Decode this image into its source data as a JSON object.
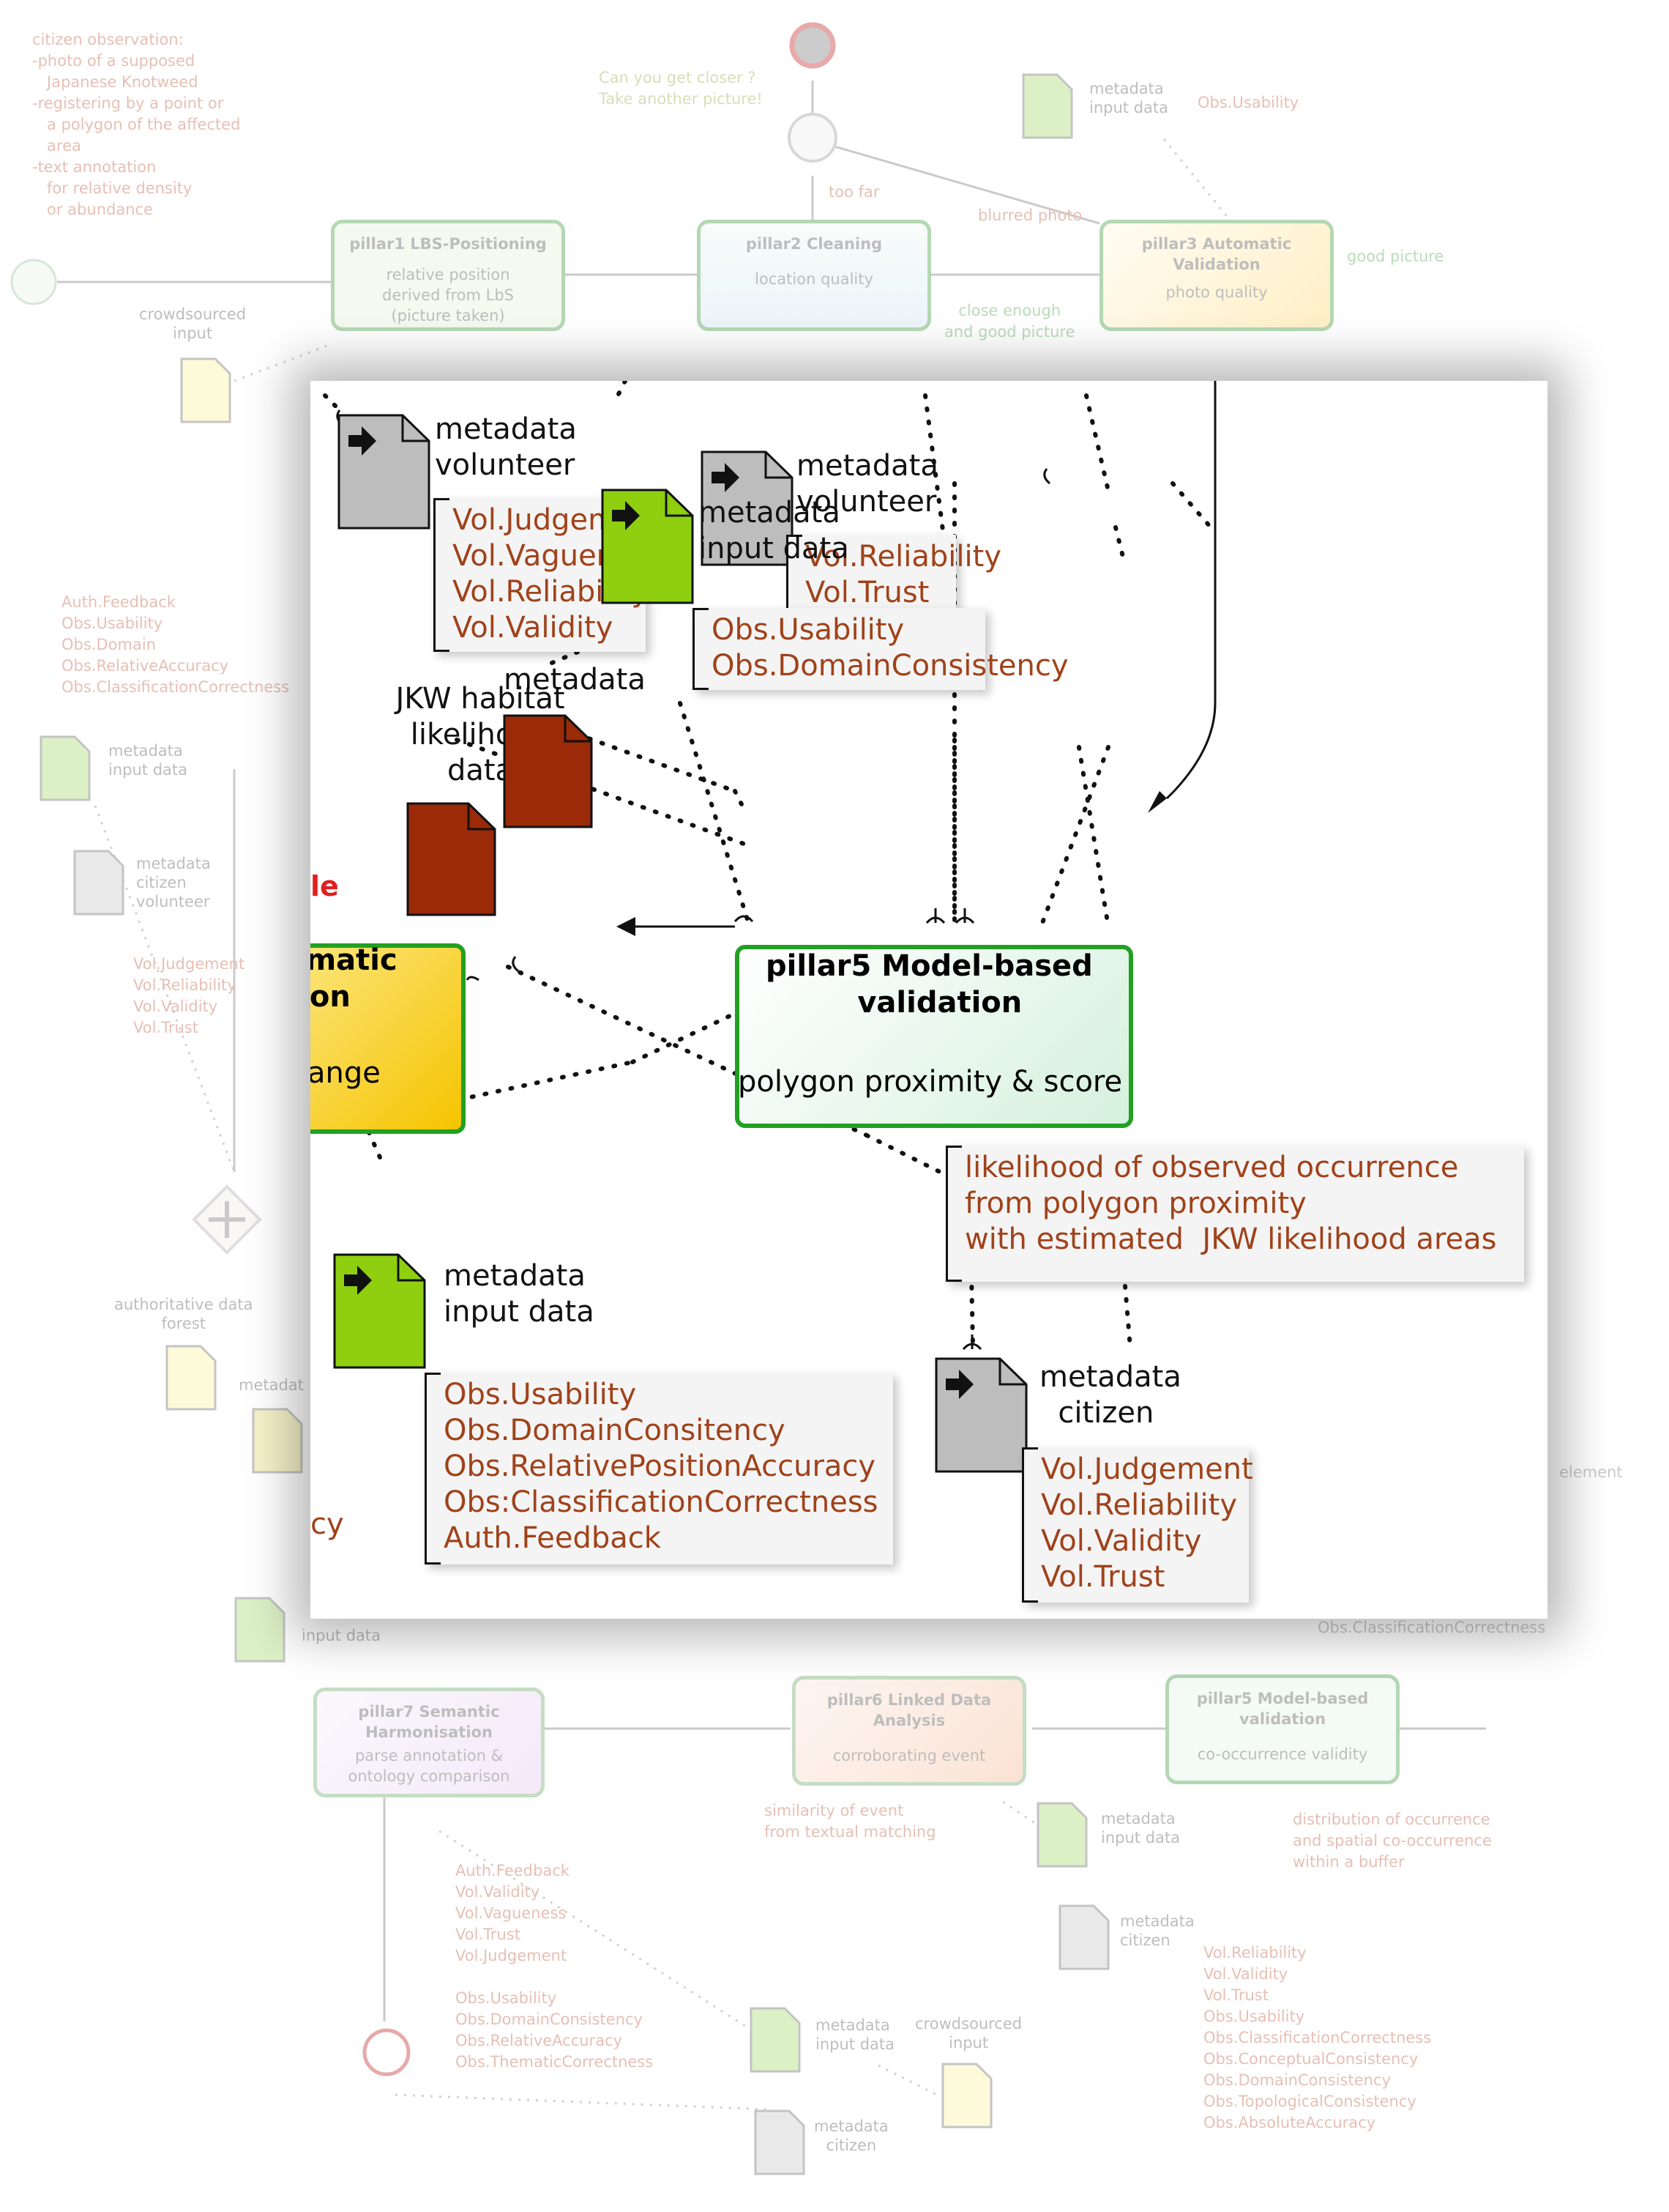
{
  "background": {
    "citizen_observation": "citizen observation:\n-photo of a supposed\n   Japanese Knotweed\n-registering by a point or\n   a polygon of the affected\n   area\n-text annotation\n   for relative density\n   or abundance",
    "prompt_note": "Can you get closer ?\nTake another picture!",
    "too_far": "too far",
    "blurred_photo": "blurred photo",
    "good_picture": "good picture",
    "close_enough": "close enough\nand good picture",
    "crowdsourced_input": "crowdsourced\ninput",
    "metadata_input_data": "metadata\ninput data",
    "obs_usability": "Obs.Usability",
    "pillar1": {
      "title": "pillar1 LBS-Positioning",
      "sub": "relative position\nderived from LbS\n(picture taken)"
    },
    "pillar2": {
      "title": "pillar2 Cleaning",
      "sub": "location quality"
    },
    "pillar3": {
      "title": "pillar3 Automatic\nValidation",
      "sub": "photo quality"
    },
    "auth_list": "Auth.Feedback\nObs.Usability\nObs.Domain\nObs.RelativeAccuracy\nObs.ClassificationCorrectness",
    "metadata_input_data_left": "metadata\ninput data",
    "metadata_citizen_volunteer": "metadata\ncitizen\nvolunteer",
    "vol_list_left": "Vol.Judgement\nVol.Reliability\nVol.Validity\nVol.Trust",
    "authoritative_data": "authoritative data\nforest",
    "metadata_short": "metadat",
    "input_data_left": "input data",
    "obs_classification": "Obs.ClassificationCorrectness",
    "element": "element",
    "pillar7": {
      "title": "pillar7 Semantic\nHarmonisation",
      "sub": "parse annotation &\nontology comparison"
    },
    "pillar6": {
      "title": "pillar6 Linked Data\nAnalysis",
      "sub": "corroborating event"
    },
    "pillar5b": {
      "title": "pillar5 Model-based\nvalidation",
      "sub": "co-occurrence validity"
    },
    "similarity": "similarity of event\nfrom textual matching",
    "distribution": "distribution of occurrence\nand spatial co-occurrence\nwithin a buffer",
    "metadata_input_data_b": "metadata\ninput data",
    "metadata_citizen_b": "metadata\ncitizen",
    "bottom_list_a": "Auth.Feedback\nVol.Validity\nVol.Vagueness\nVol.Trust\nVol.Judgement\n\nObs.Usability\nObs.DomainConsistency\nObs.RelativeAccuracy\nObs.ThematicCorrectness",
    "bottom_list_b": "Vol.Reliability\nVol.Validity\nVol.Trust\nObs.Usability\nObs.ClassificationCorrectness\nObs.ConceptualConsistency\nObs.DomainConsistency\nObs.TopologicalConsistency\nObs.AbsoluteAccuracy",
    "metadata_input_data_c": "metadata\ninput data",
    "crowdsourced_input_b": "crowdsourced\ninput",
    "metadata_citizen_c": "metadata\ncitizen"
  },
  "zoom": {
    "metadata_volunteer_1": "metadata\nvolunteer",
    "vol_list_1": "Vol.Judgement\nVol.Vagueness\nVol.Reliability\nVol.Validity",
    "metadata_volunteer_2": "metadata\nvolunteer",
    "vol_list_2": "Vol.Reliability\nVol.Trust",
    "metadata_input_data_1": "metadata\ninput data",
    "obs_list_1": "Obs.Usability\nObs.DomainConsistency",
    "jkw_habitat": "JKW habitat\nlikelihood\ndata",
    "metadata": "metadata",
    "partial_red": "le",
    "partial_task_title": "omatic\ntion",
    "partial_task_sub": "ange",
    "pillar5_title": "pillar5 Model-based\n         validation",
    "pillar5_sub": "polygon proximity & score",
    "likelihood_note": "likelihood of observed occurrence\nfrom polygon proximity\nwith estimated  JKW likelihood areas",
    "metadata_input_data_2": "metadata\ninput data",
    "obs_list_2": "Obs.Usability\nObs.DomainConsitency\nObs.RelativePositionAccuracy\nObs:ClassificationCorrectness\nAuth.Feedback",
    "partial_cy": "cy",
    "metadata_citizen": "metadata\n  citizen",
    "vol_list_3": "Vol.Judgement\nVol.Reliability\nVol.Validity\nVol.Trust"
  },
  "colors": {
    "grey_doc": "#bdbdbd",
    "green_doc": "#8fcf10",
    "red_doc": "#9a2a08",
    "attr_text": "#a0421a",
    "task_border": "#22a022"
  }
}
